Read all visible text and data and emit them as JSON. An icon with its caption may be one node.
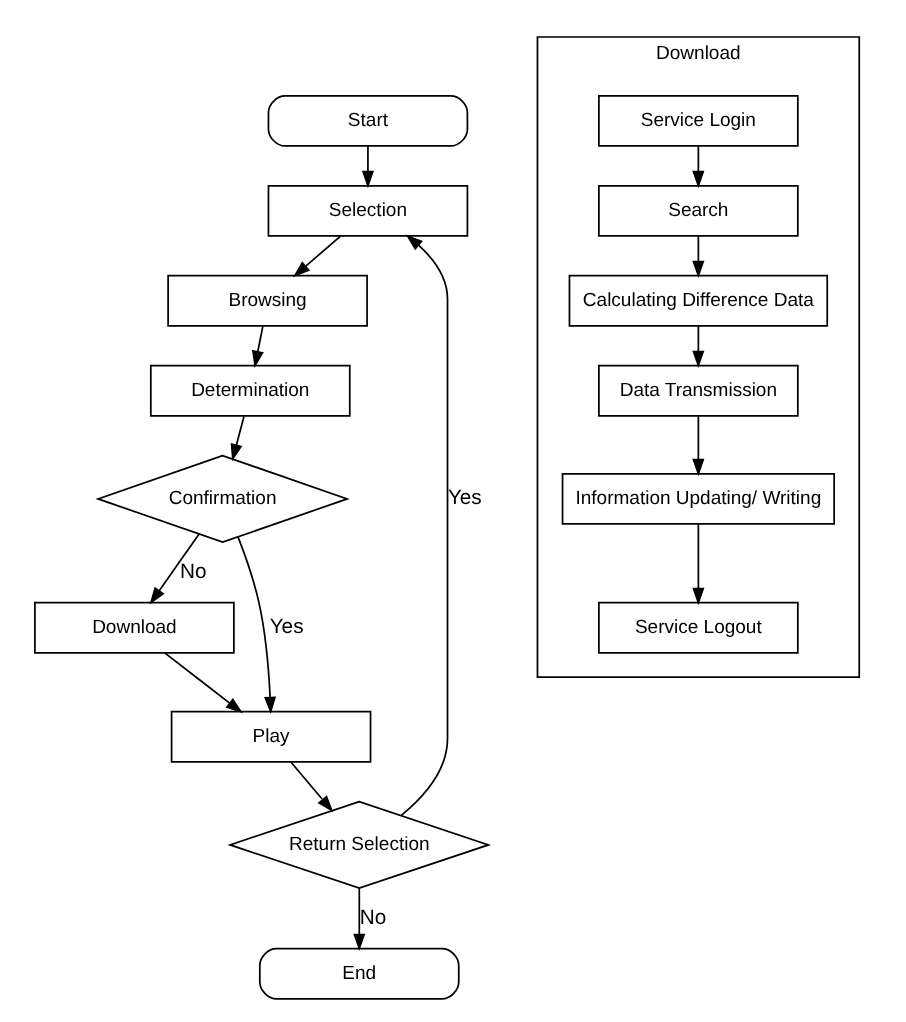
{
  "diagram": {
    "nodes": [
      {
        "text": [
          "Start"
        ]
      },
      {
        "text": [
          "Selection"
        ]
      },
      {
        "text": [
          "Browsing"
        ]
      },
      {
        "text": [
          "Determination"
        ]
      },
      {
        "text": [
          "Confirmation"
        ]
      },
      {
        "text": [
          "Download"
        ]
      },
      {
        "text": [
          "Play"
        ]
      },
      {
        "text": [
          "Return Selection"
        ]
      },
      {
        "text": [
          "End"
        ]
      },
      {
        "text": [
          "Download"
        ]
      },
      {
        "text": [
          "Service Login"
        ],
        "in": 9
      },
      {
        "text": [
          "Search"
        ],
        "in": 9
      },
      {
        "text": [
          "Calculating Difference Data"
        ],
        "in": 9
      },
      {
        "text": [
          "Data Transmission"
        ],
        "in": 9
      },
      {
        "text": [
          "Information Updating/ Writing"
        ],
        "in": 9
      },
      {
        "text": [
          "Service Logout"
        ],
        "in": 9
      }
    ],
    "edges": [
      {
        "from": 0,
        "to": 1,
        "arrow": "to"
      },
      {
        "from": 1,
        "to": 2,
        "arrow": "to"
      },
      {
        "from": 2,
        "to": 3,
        "arrow": "to"
      },
      {
        "from": 3,
        "to": 4,
        "arrow": "to"
      },
      {
        "from": 4,
        "to": 5,
        "arrow": "to",
        "label": "No"
      },
      {
        "from": 4,
        "to": 6,
        "arrow": "to",
        "label": "Yes"
      },
      {
        "from": 5,
        "to": 6,
        "arrow": "to"
      },
      {
        "from": 6,
        "to": 7,
        "arrow": "to"
      },
      {
        "from": 7,
        "to": 1,
        "arrow": "to",
        "label": "Yes"
      },
      {
        "from": 7,
        "to": 8,
        "arrow": "to",
        "label": "No"
      },
      {
        "from": 10,
        "to": 11,
        "arrow": "to"
      },
      {
        "from": 11,
        "to": 12,
        "arrow": "to"
      },
      {
        "from": 12,
        "to": 13,
        "arrow": "to"
      },
      {
        "from": 13,
        "to": 14,
        "arrow": "to"
      },
      {
        "from": 14,
        "to": 15,
        "arrow": "to"
      }
    ]
  }
}
